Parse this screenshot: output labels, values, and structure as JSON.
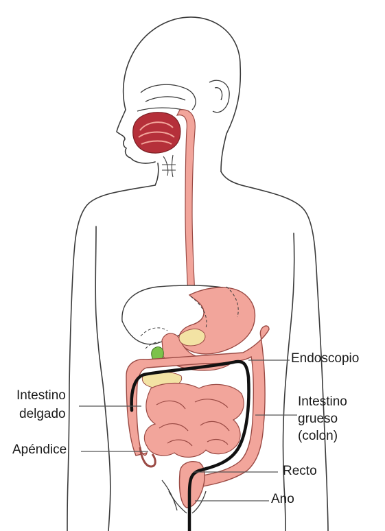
{
  "labels": {
    "endoscope": "Endoscopio",
    "small_intestine_line1": "Intestino",
    "small_intestine_line2": "delgado",
    "large_intestine_line1": "Intestino",
    "large_intestine_line2": "grueso",
    "large_intestine_line3": "(colon)",
    "appendix": "Apéndice",
    "rectum": "Recto",
    "anus": "Ano"
  },
  "colors": {
    "organ_fill": "#f2a59b",
    "organ_stroke": "#9a4a44",
    "mouth_dark": "#b5303a",
    "gallbladder": "#7cc24a",
    "pancreas": "#f3e3a4",
    "endoscope": "#111111",
    "outline": "#3a3a3a",
    "leader": "#555555"
  }
}
